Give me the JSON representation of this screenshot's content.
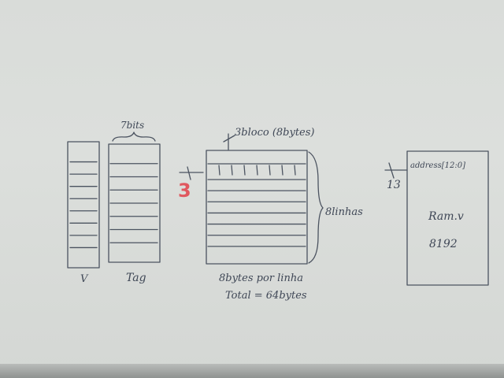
{
  "diagram": {
    "valid_bits": {
      "label": "V",
      "rows": 8
    },
    "tag_array": {
      "label": "Tag",
      "width_label": "7bits",
      "rows": 8
    },
    "data_array": {
      "top_label": "3bloco (8bytes)",
      "index_width": "3",
      "side_label": "8linhas",
      "bottom_label_1": "8bytes por linha",
      "bottom_label_2": "Total = 64bytes",
      "rows": 8,
      "bytes_per_row": 8
    },
    "ram": {
      "address_label": "address[12:0]",
      "address_width": "13",
      "name": "Ram.v",
      "size": "8192"
    }
  }
}
